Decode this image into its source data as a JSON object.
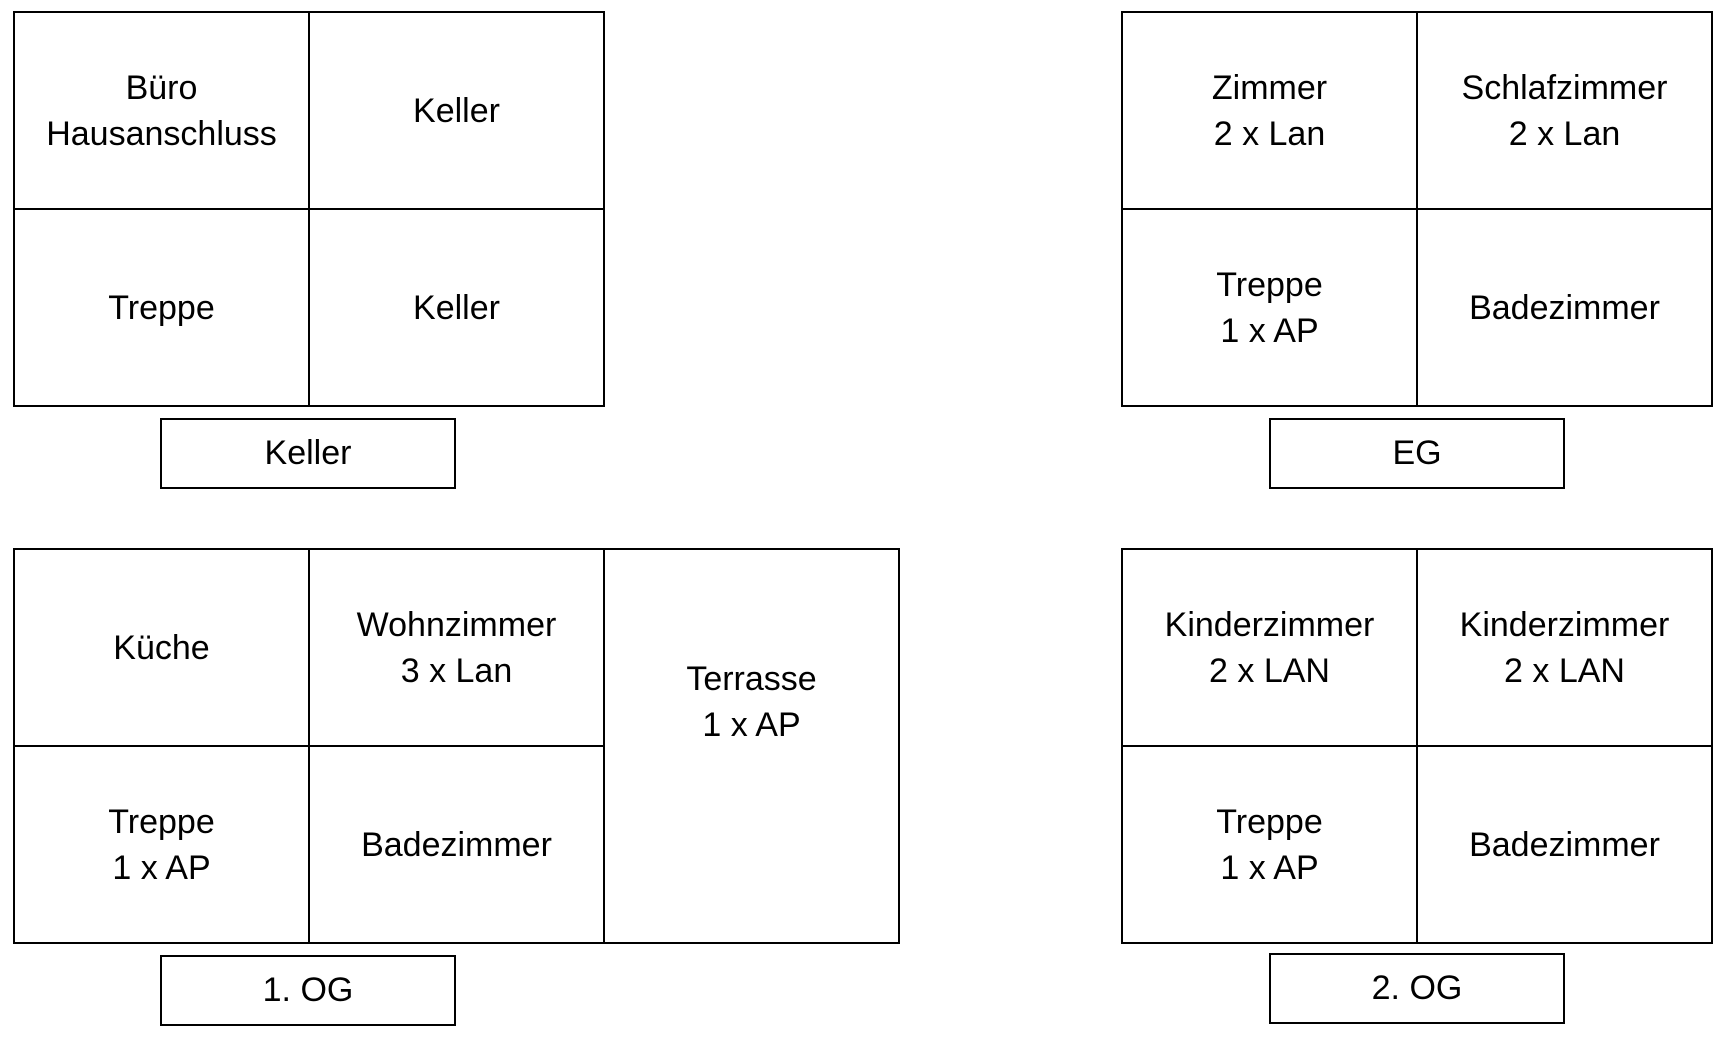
{
  "floors": {
    "keller": {
      "label": "Keller",
      "rooms": {
        "top_left": {
          "line1": "Büro",
          "line2": "Hausanschluss"
        },
        "top_right": {
          "line1": "Keller",
          "line2": ""
        },
        "bottom_left": {
          "line1": "Treppe",
          "line2": ""
        },
        "bottom_right": {
          "line1": "Keller",
          "line2": ""
        }
      }
    },
    "eg": {
      "label": "EG",
      "rooms": {
        "top_left": {
          "line1": "Zimmer",
          "line2": "2 x Lan"
        },
        "top_right": {
          "line1": "Schlafzimmer",
          "line2": "2 x Lan"
        },
        "bottom_left": {
          "line1": "Treppe",
          "line2": "1 x AP"
        },
        "bottom_right": {
          "line1": "Badezimmer",
          "line2": ""
        }
      }
    },
    "og1": {
      "label": "1. OG",
      "rooms": {
        "top_left": {
          "line1": "Küche",
          "line2": ""
        },
        "top_middle": {
          "line1": "Wohnzimmer",
          "line2": "3 x Lan"
        },
        "bottom_left": {
          "line1": "Treppe",
          "line2": "1 x AP"
        },
        "bottom_middle": {
          "line1": "Badezimmer",
          "line2": ""
        },
        "right": {
          "line1": "Terrasse",
          "line2": "1 x AP"
        }
      }
    },
    "og2": {
      "label": "2. OG",
      "rooms": {
        "top_left": {
          "line1": "Kinderzimmer",
          "line2": "2 x LAN"
        },
        "top_right": {
          "line1": "Kinderzimmer",
          "line2": "2 x LAN"
        },
        "bottom_left": {
          "line1": "Treppe",
          "line2": "1 x AP"
        },
        "bottom_right": {
          "line1": "Badezimmer",
          "line2": ""
        }
      }
    }
  }
}
